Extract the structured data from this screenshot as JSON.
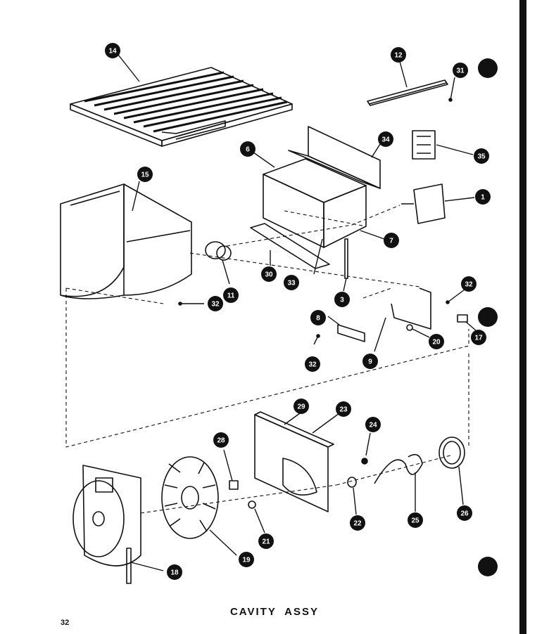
{
  "title": "CAVITY ASSY",
  "page_number": "32",
  "callouts": [
    {
      "id": "c14",
      "label": "14"
    },
    {
      "id": "c12",
      "label": "12"
    },
    {
      "id": "c31",
      "label": "31"
    },
    {
      "id": "c6",
      "label": "6"
    },
    {
      "id": "c34",
      "label": "34"
    },
    {
      "id": "c35",
      "label": "35"
    },
    {
      "id": "c15",
      "label": "15"
    },
    {
      "id": "c1",
      "label": "1"
    },
    {
      "id": "c7",
      "label": "7"
    },
    {
      "id": "c11",
      "label": "11"
    },
    {
      "id": "c30",
      "label": "30"
    },
    {
      "id": "c33",
      "label": "33"
    },
    {
      "id": "c3",
      "label": "3"
    },
    {
      "id": "c32a",
      "label": "32"
    },
    {
      "id": "c32b",
      "label": "32"
    },
    {
      "id": "c8",
      "label": "8"
    },
    {
      "id": "c17",
      "label": "17"
    },
    {
      "id": "c20",
      "label": "20"
    },
    {
      "id": "c32c",
      "label": "32"
    },
    {
      "id": "c9",
      "label": "9"
    },
    {
      "id": "c29",
      "label": "29"
    },
    {
      "id": "c23",
      "label": "23"
    },
    {
      "id": "c24",
      "label": "24"
    },
    {
      "id": "c28",
      "label": "28"
    },
    {
      "id": "c22",
      "label": "22"
    },
    {
      "id": "c21",
      "label": "21"
    },
    {
      "id": "c25",
      "label": "25"
    },
    {
      "id": "c26",
      "label": "26"
    },
    {
      "id": "c19",
      "label": "19"
    },
    {
      "id": "c18",
      "label": "18"
    }
  ]
}
